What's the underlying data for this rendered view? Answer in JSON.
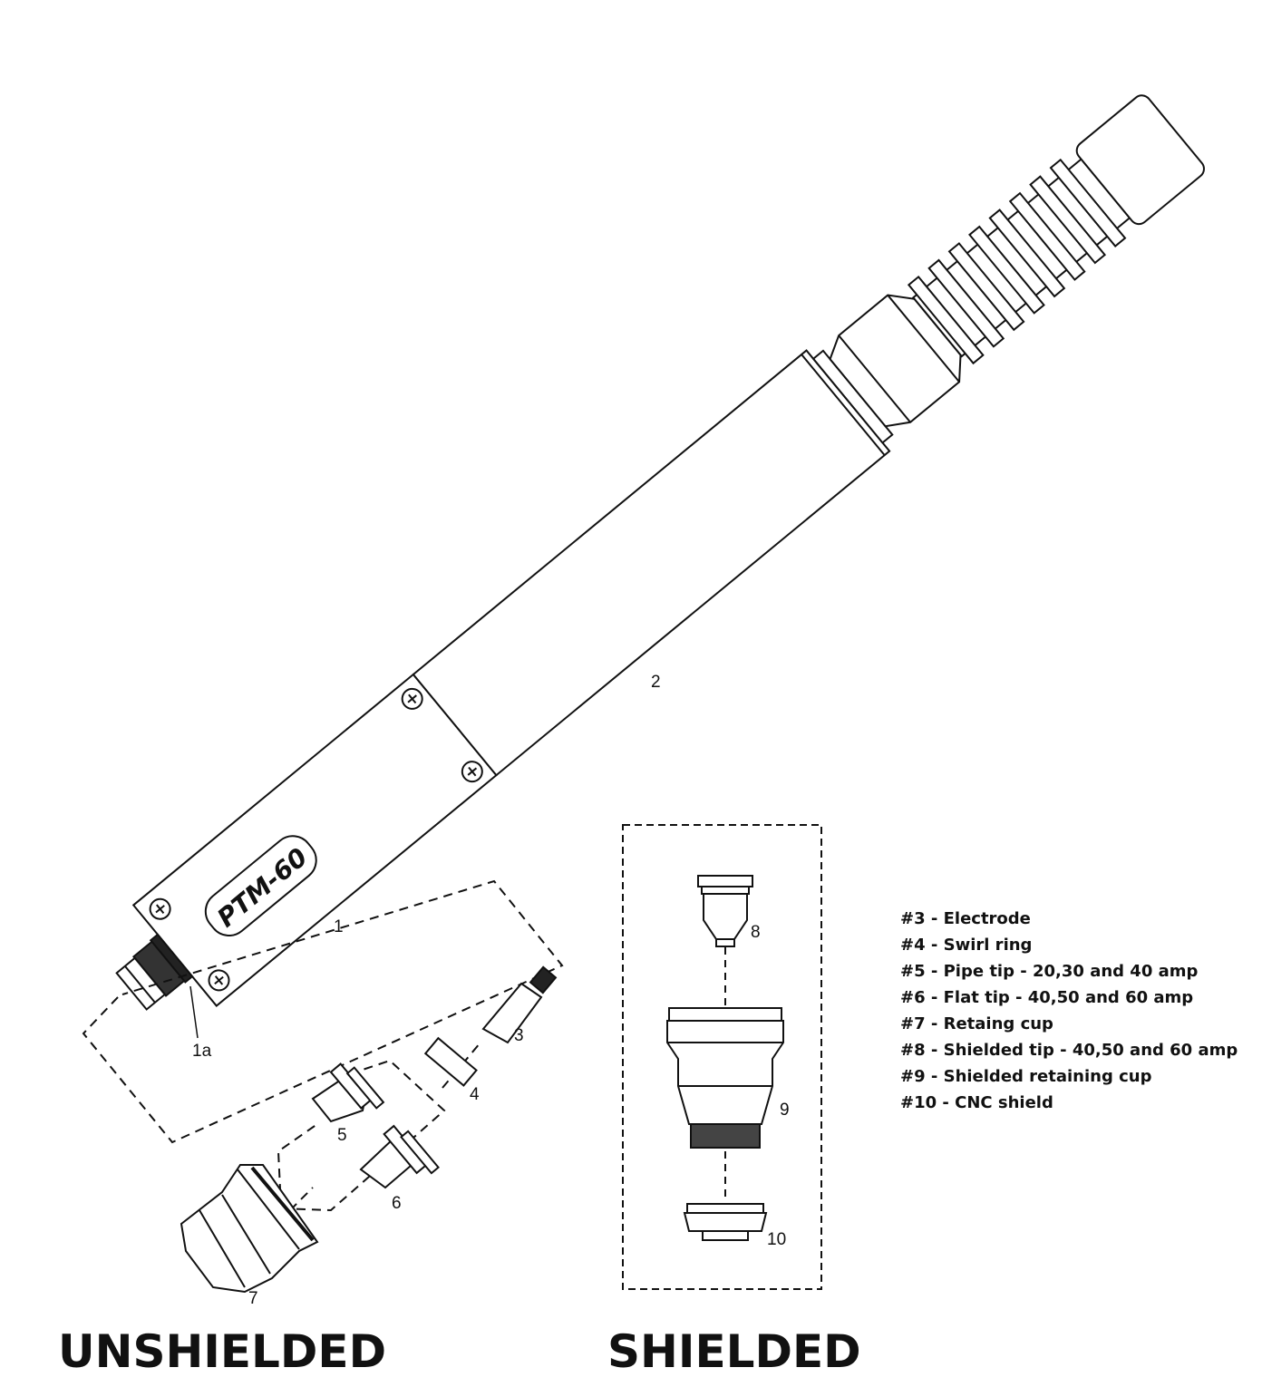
{
  "torch": {
    "model_label": "PTM-60"
  },
  "callouts": {
    "c1": "1",
    "c1a": "1a",
    "c2": "2",
    "c3": "3",
    "c4": "4",
    "c5": "5",
    "c6": "6",
    "c7": "7",
    "c8": "8",
    "c9": "9",
    "c10": "10"
  },
  "legend": [
    "#3 - Electrode",
    "#4 - Swirl ring",
    "#5 - Pipe tip - 20,30 and 40 amp",
    "#6 - Flat tip - 40,50 and 60 amp",
    "#7 - Retaing cup",
    "#8 - Shielded tip - 40,50 and 60 amp",
    "#9 - Shielded retaining cup",
    "#10 - CNC shield"
  ],
  "headings": {
    "unshielded": "UNSHIELDED",
    "shielded": "SHIELDED"
  }
}
